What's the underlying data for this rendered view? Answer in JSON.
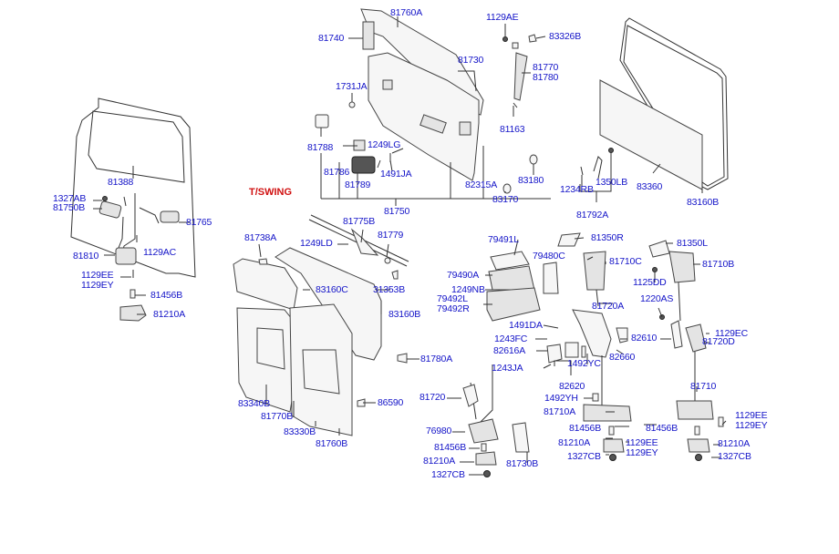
{
  "diagram": {
    "title": "T/SWING",
    "labels": [
      {
        "id": "81760A",
        "text": "81760A"
      },
      {
        "id": "81740",
        "text": "81740"
      },
      {
        "id": "81730",
        "text": "81730"
      },
      {
        "id": "1731JA",
        "text": "1731JA"
      },
      {
        "id": "1129AE",
        "text": "1129AE"
      },
      {
        "id": "83326B",
        "text": "83326B"
      },
      {
        "id": "81770_81780",
        "text": "81770\n81780"
      },
      {
        "id": "81163",
        "text": "81163"
      },
      {
        "id": "81788",
        "text": "81788"
      },
      {
        "id": "1249LG",
        "text": "1249LG"
      },
      {
        "id": "81786",
        "text": "81786"
      },
      {
        "id": "1491JA",
        "text": "1491JA"
      },
      {
        "id": "81789",
        "text": "81789"
      },
      {
        "id": "82315A",
        "text": "82315A"
      },
      {
        "id": "81750",
        "text": "81750"
      },
      {
        "id": "83170",
        "text": "83170"
      },
      {
        "id": "83180",
        "text": "83180"
      },
      {
        "id": "1234RB",
        "text": "1234RB"
      },
      {
        "id": "1350LB",
        "text": "1350LB"
      },
      {
        "id": "81792A",
        "text": "81792A"
      },
      {
        "id": "83360",
        "text": "83360"
      },
      {
        "id": "83160B_top",
        "text": "83160B"
      },
      {
        "id": "81388",
        "text": "81388"
      },
      {
        "id": "1327AB",
        "text": "1327AB"
      },
      {
        "id": "81750B",
        "text": "81750B"
      },
      {
        "id": "81765",
        "text": "81765"
      },
      {
        "id": "81810",
        "text": "81810"
      },
      {
        "id": "1129AC",
        "text": "1129AC"
      },
      {
        "id": "1129EE_1129EY_left",
        "text": "1129EE\n1129EY"
      },
      {
        "id": "81456B_left",
        "text": "81456B"
      },
      {
        "id": "81210A_left",
        "text": "81210A"
      },
      {
        "id": "81775B",
        "text": "81775B"
      },
      {
        "id": "81738A",
        "text": "81738A"
      },
      {
        "id": "1249LD",
        "text": "1249LD"
      },
      {
        "id": "81779",
        "text": "81779"
      },
      {
        "id": "83160C",
        "text": "83160C"
      },
      {
        "id": "31353B",
        "text": "31353B"
      },
      {
        "id": "83160B_mid",
        "text": "83160B"
      },
      {
        "id": "81780A",
        "text": "81780A"
      },
      {
        "id": "86590",
        "text": "86590"
      },
      {
        "id": "83340B",
        "text": "83340B"
      },
      {
        "id": "81770B",
        "text": "81770B"
      },
      {
        "id": "83330B",
        "text": "83330B"
      },
      {
        "id": "81760B",
        "text": "81760B"
      },
      {
        "id": "79491L",
        "text": "79491L"
      },
      {
        "id": "81350R",
        "text": "81350R"
      },
      {
        "id": "79480C",
        "text": "79480C"
      },
      {
        "id": "81710C",
        "text": "81710C"
      },
      {
        "id": "79490A",
        "text": "79490A"
      },
      {
        "id": "1249NB",
        "text": "1249NB"
      },
      {
        "id": "79492L_79492R",
        "text": "79492L\n79492R"
      },
      {
        "id": "81720A",
        "text": "81720A"
      },
      {
        "id": "1491DA",
        "text": "1491DA"
      },
      {
        "id": "1243FC",
        "text": "1243FC"
      },
      {
        "id": "82616A",
        "text": "82616A"
      },
      {
        "id": "1243JA",
        "text": "1243JA"
      },
      {
        "id": "1492YC",
        "text": "1492YC"
      },
      {
        "id": "82610",
        "text": "82610"
      },
      {
        "id": "82660",
        "text": "82660"
      },
      {
        "id": "82620",
        "text": "82620"
      },
      {
        "id": "1492YH",
        "text": "1492YH"
      },
      {
        "id": "81710A",
        "text": "81710A"
      },
      {
        "id": "81720",
        "text": "81720"
      },
      {
        "id": "76980",
        "text": "76980"
      },
      {
        "id": "81456B_mid",
        "text": "81456B"
      },
      {
        "id": "81210A_mid",
        "text": "81210A"
      },
      {
        "id": "1327CB_mid",
        "text": "1327CB"
      },
      {
        "id": "81730B",
        "text": "81730B"
      },
      {
        "id": "81456B_c",
        "text": "81456B"
      },
      {
        "id": "81210A_c",
        "text": "81210A"
      },
      {
        "id": "1129EE_1129EY_c",
        "text": "1129EE\n1129EY"
      },
      {
        "id": "1327CB_c",
        "text": "1327CB"
      },
      {
        "id": "81350L",
        "text": "81350L"
      },
      {
        "id": "81710B",
        "text": "81710B"
      },
      {
        "id": "1125DD",
        "text": "1125DD"
      },
      {
        "id": "1220AS",
        "text": "1220AS"
      },
      {
        "id": "1129EC",
        "text": "1129EC"
      },
      {
        "id": "81720D",
        "text": "81720D"
      },
      {
        "id": "81710",
        "text": "81710"
      },
      {
        "id": "1129EE_1129EY_r",
        "text": "1129EE\n1129EY"
      },
      {
        "id": "81456B_r",
        "text": "81456B"
      },
      {
        "id": "81210A_r",
        "text": "81210A"
      },
      {
        "id": "1327CB_r",
        "text": "1327CB"
      }
    ]
  }
}
